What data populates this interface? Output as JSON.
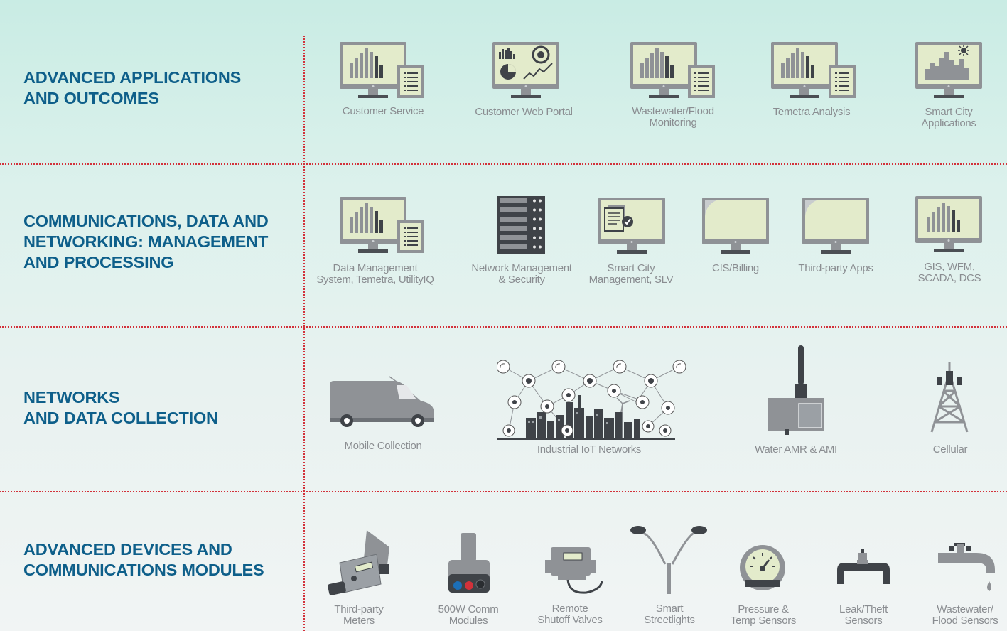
{
  "rows": [
    {
      "title_lines": [
        "ADVANCED APPLICATIONS",
        "AND OUTCOMES"
      ]
    },
    {
      "title_lines": [
        "COMMUNICATIONS, DATA AND",
        "NETWORKING: MANAGEMENT",
        "AND PROCESSING"
      ]
    },
    {
      "title_lines": [
        "NETWORKS",
        "AND DATA COLLECTION"
      ]
    },
    {
      "title_lines": [
        "ADVANCED DEVICES AND",
        "COMMUNICATIONS MODULES"
      ]
    }
  ],
  "applications": [
    {
      "label": [
        "Customer Service"
      ],
      "icon": "monitor-bar-chart-document-icon"
    },
    {
      "label": [
        "Customer Web Portal"
      ],
      "icon": "monitor-dashboard-icon"
    },
    {
      "label": [
        "Wastewater/Flood",
        "Monitoring"
      ],
      "icon": "monitor-bar-chart-document-icon"
    },
    {
      "label": [
        "Temetra Analysis"
      ],
      "icon": "monitor-bar-chart-document-icon"
    },
    {
      "label": [
        "Smart City",
        "Applications"
      ],
      "icon": "monitor-city-icon"
    }
  ],
  "management": [
    {
      "label": [
        "Data Management",
        "System, Temetra, UtilityIQ"
      ],
      "icon": "monitor-bar-chart-document-icon"
    },
    {
      "label": [
        "Network Management",
        "& Security"
      ],
      "icon": "server-rack-icon"
    },
    {
      "label": [
        "Smart City",
        "Management, SLV"
      ],
      "icon": "monitor-documents-check-icon"
    },
    {
      "label": [
        "CIS/Billing"
      ],
      "icon": "monitor-blank-icon"
    },
    {
      "label": [
        "Third-party Apps"
      ],
      "icon": "monitor-blank-icon"
    },
    {
      "label": [
        "GIS, WFM,",
        "SCADA, DCS"
      ],
      "icon": "monitor-bar-chart-icon"
    }
  ],
  "networks": [
    {
      "label": [
        "Mobile Collection"
      ],
      "icon": "van-icon"
    },
    {
      "label": [
        "Industrial IoT Networks"
      ],
      "icon": "iot-city-network-icon"
    },
    {
      "label": [
        "Water AMR & AMI"
      ],
      "icon": "collector-antenna-icon"
    },
    {
      "label": [
        "Cellular"
      ],
      "icon": "cell-tower-icon"
    }
  ],
  "devices": [
    {
      "label": [
        "Third-party",
        "Meters"
      ],
      "icon": "water-meter-icon"
    },
    {
      "label": [
        "500W Comm",
        "Modules"
      ],
      "icon": "comm-module-icon"
    },
    {
      "label": [
        "Remote",
        "Shutoff Valves"
      ],
      "icon": "shutoff-valve-icon"
    },
    {
      "label": [
        "Smart",
        "Streetlights"
      ],
      "icon": "streetlight-icon"
    },
    {
      "label": [
        "Pressure &",
        "Temp Sensors"
      ],
      "icon": "pressure-gauge-icon"
    },
    {
      "label": [
        "Leak/Theft",
        "Sensors"
      ],
      "icon": "pipe-sensor-icon"
    },
    {
      "label": [
        "Wastewater/",
        "Flood Sensors"
      ],
      "icon": "faucet-drop-icon"
    }
  ],
  "colors": {
    "heading": "#0e5f8a",
    "divider": "#d2313a",
    "icon_gray": "#8f9296",
    "screen": "#e3ebcb",
    "caption": "#8a8d91"
  }
}
